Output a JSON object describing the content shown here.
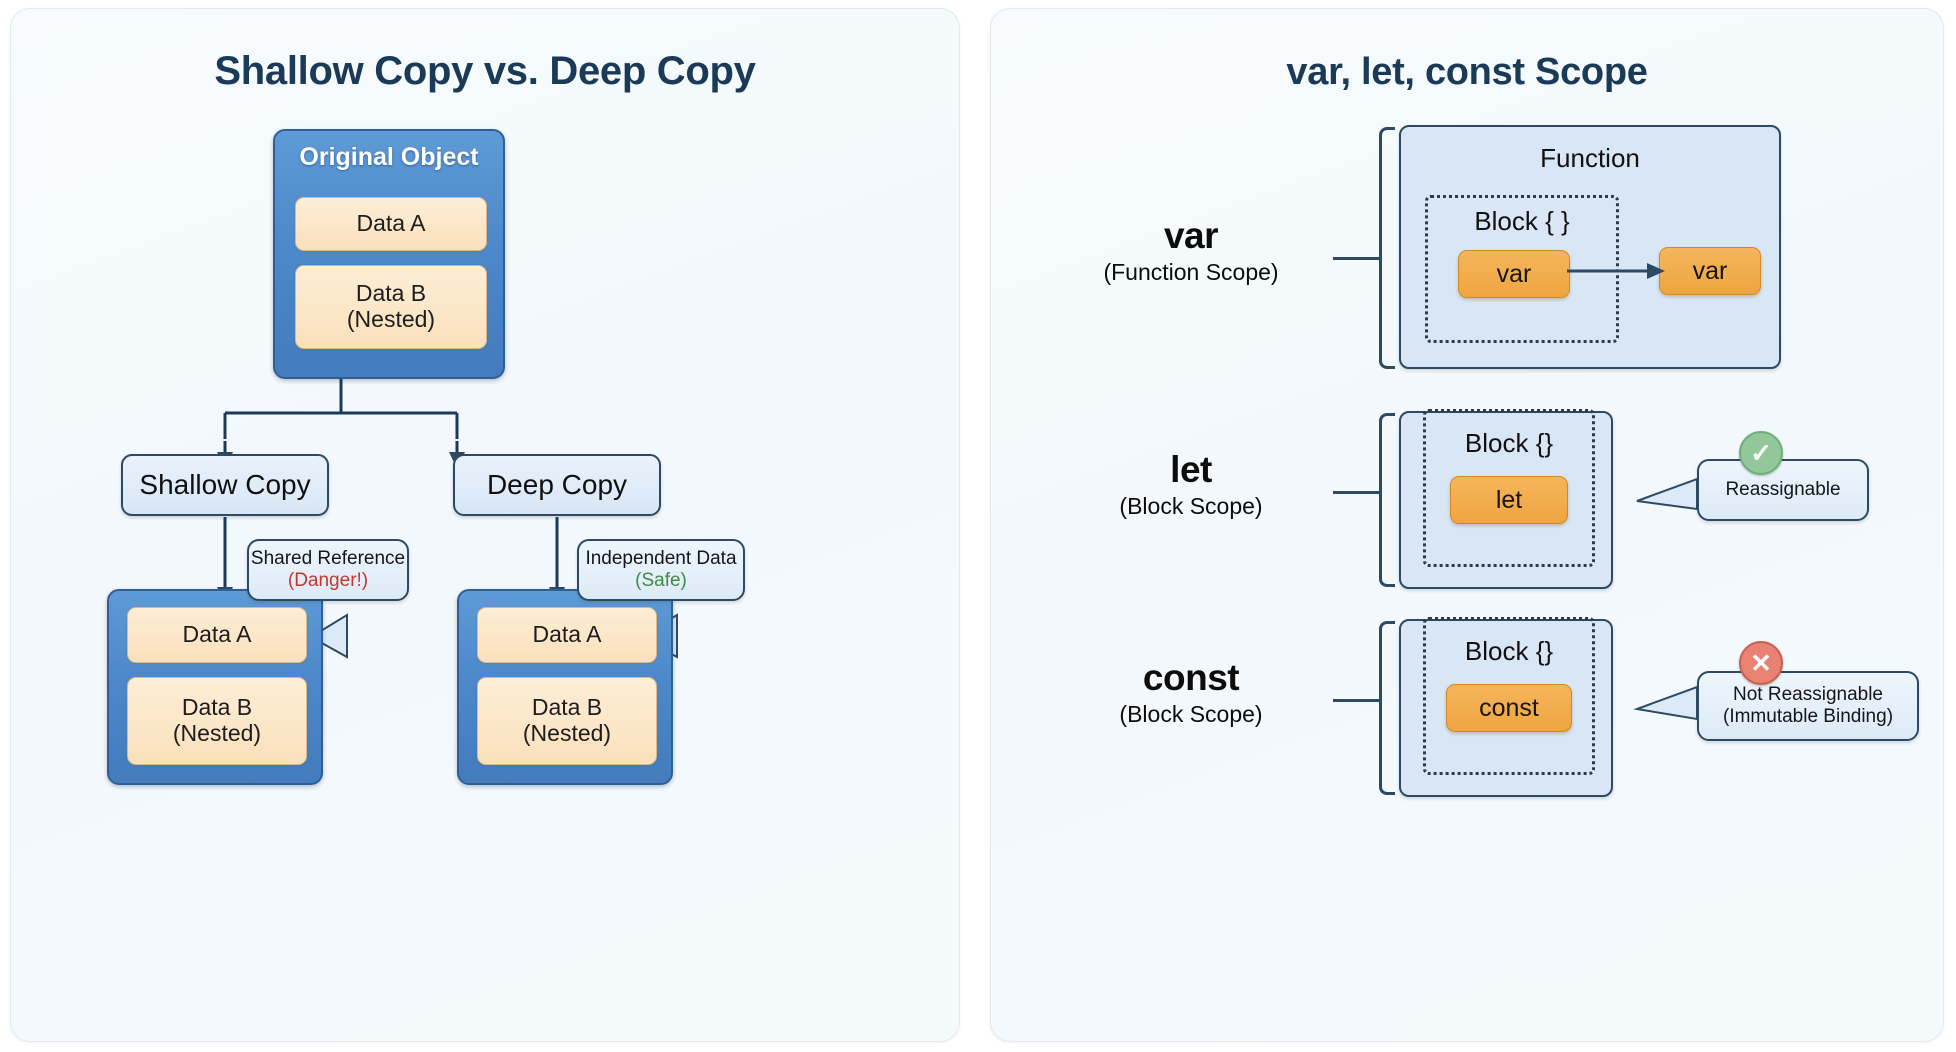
{
  "left_panel": {
    "title": "Shallow Copy vs. Deep Copy",
    "original": {
      "title": "Original Object",
      "fields": [
        {
          "line1": "Data A",
          "line2": ""
        },
        {
          "line1": "Data B",
          "line2": "(Nested)"
        }
      ]
    },
    "branches": [
      {
        "label": "Shallow Copy",
        "callout": {
          "line1": "Shared Reference",
          "line2": "(Danger!)",
          "tone": "danger"
        },
        "fields": [
          {
            "line1": "Data A",
            "line2": ""
          },
          {
            "line1": "Data B",
            "line2": "(Nested)"
          }
        ]
      },
      {
        "label": "Deep Copy",
        "callout": {
          "line1": "Independent Data",
          "line2": "(Safe)",
          "tone": "safe"
        },
        "fields": [
          {
            "line1": "Data A",
            "line2": ""
          },
          {
            "line1": "Data B",
            "line2": "(Nested)"
          }
        ]
      }
    ]
  },
  "right_panel": {
    "title": "var, let, const Scope",
    "rows": [
      {
        "keyword": "var",
        "scope_note": "(Function Scope)",
        "container_caption": "Function",
        "block_caption": "Block { }",
        "chip_inside": "var",
        "chip_outside": "var",
        "has_leak_arrow": true,
        "badge": null,
        "callout": null
      },
      {
        "keyword": "let",
        "scope_note": "(Block Scope)",
        "container_caption": "",
        "block_caption": "Block {}",
        "chip_inside": "let",
        "chip_outside": "",
        "has_leak_arrow": false,
        "badge": {
          "glyph": "✓",
          "tone": "ok"
        },
        "callout": {
          "line1": "Reassignable",
          "line2": ""
        }
      },
      {
        "keyword": "const",
        "scope_note": "(Block Scope)",
        "container_caption": "",
        "block_caption": "Block {}",
        "chip_inside": "const",
        "chip_outside": "",
        "has_leak_arrow": false,
        "badge": {
          "glyph": "✕",
          "tone": "no"
        },
        "callout": {
          "line1": "Not Reassignable",
          "line2": "(Immutable Binding)"
        }
      }
    ]
  },
  "colors": {
    "title_navy": "#1b3a57",
    "object_blue": "#4a86c8",
    "data_peach": "#fae0bc",
    "lite_blue": "#d7e6f6",
    "keyword_orange": "#efa53f",
    "danger_red": "#c0392b",
    "safe_green": "#3f8b45",
    "outline_navy": "#2c4a63",
    "panel_bg": "#f4fafc"
  }
}
